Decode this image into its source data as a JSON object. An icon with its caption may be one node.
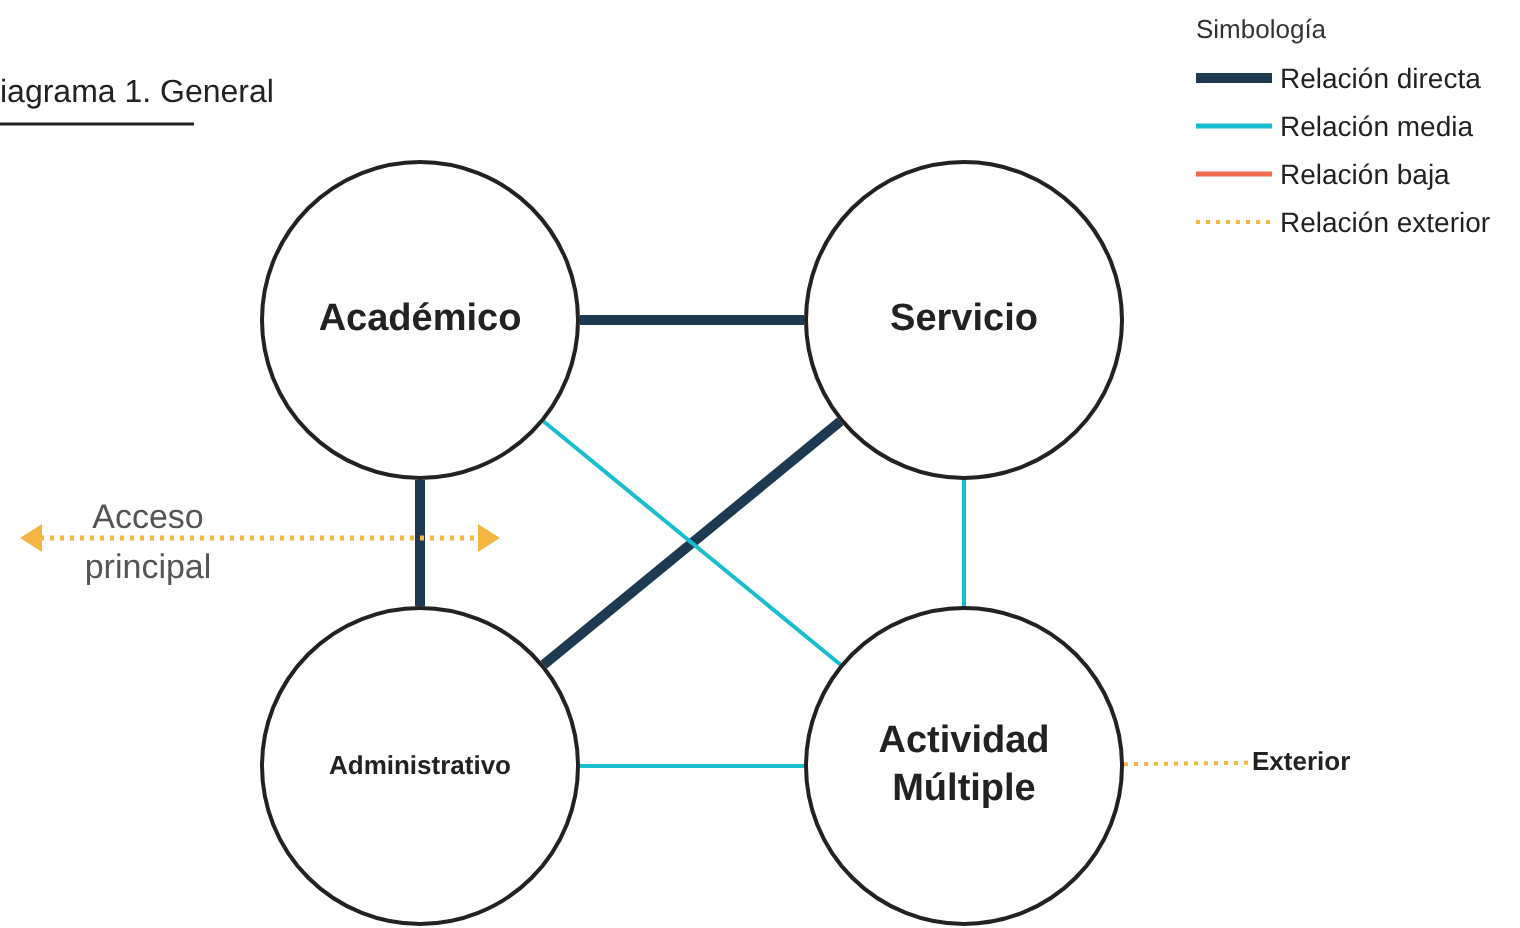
{
  "diagram": {
    "title": "iagrama 1. General",
    "nodes": [
      {
        "text": [
          "Académico"
        ]
      },
      {
        "text": [
          "Servicio"
        ]
      },
      {
        "text": [
          "Administrativo"
        ]
      },
      {
        "text": [
          "Actividad Múltiple"
        ]
      },
      {
        "text": [
          "Exterior"
        ]
      }
    ],
    "edges": [
      {
        "from": 0,
        "to": 1,
        "arrow": "none",
        "style": "thick",
        "color": "#1d3a52"
      },
      {
        "from": 0,
        "to": 2,
        "arrow": "none",
        "style": "thick",
        "color": "#1d3a52"
      },
      {
        "from": 1,
        "to": 2,
        "arrow": "none",
        "style": "thick",
        "color": "#1d3a52"
      },
      {
        "from": 0,
        "to": 3,
        "arrow": "none",
        "color": "#17becf"
      },
      {
        "from": 1,
        "to": 3,
        "arrow": "none",
        "color": "#17becf"
      },
      {
        "from": 2,
        "to": 3,
        "arrow": "none",
        "color": "#17becf"
      },
      {
        "from": 3,
        "to": 4,
        "arrow": "none",
        "style": "dashed",
        "color": "#f5b642"
      }
    ],
    "labels": [
      "Acceso principal",
      "Simbología"
    ],
    "legend": [
      {
        "text": "Relación directa"
      },
      {
        "text": "Relación media"
      },
      {
        "text": "Relación baja"
      },
      {
        "text": "Relación exterior"
      }
    ]
  }
}
